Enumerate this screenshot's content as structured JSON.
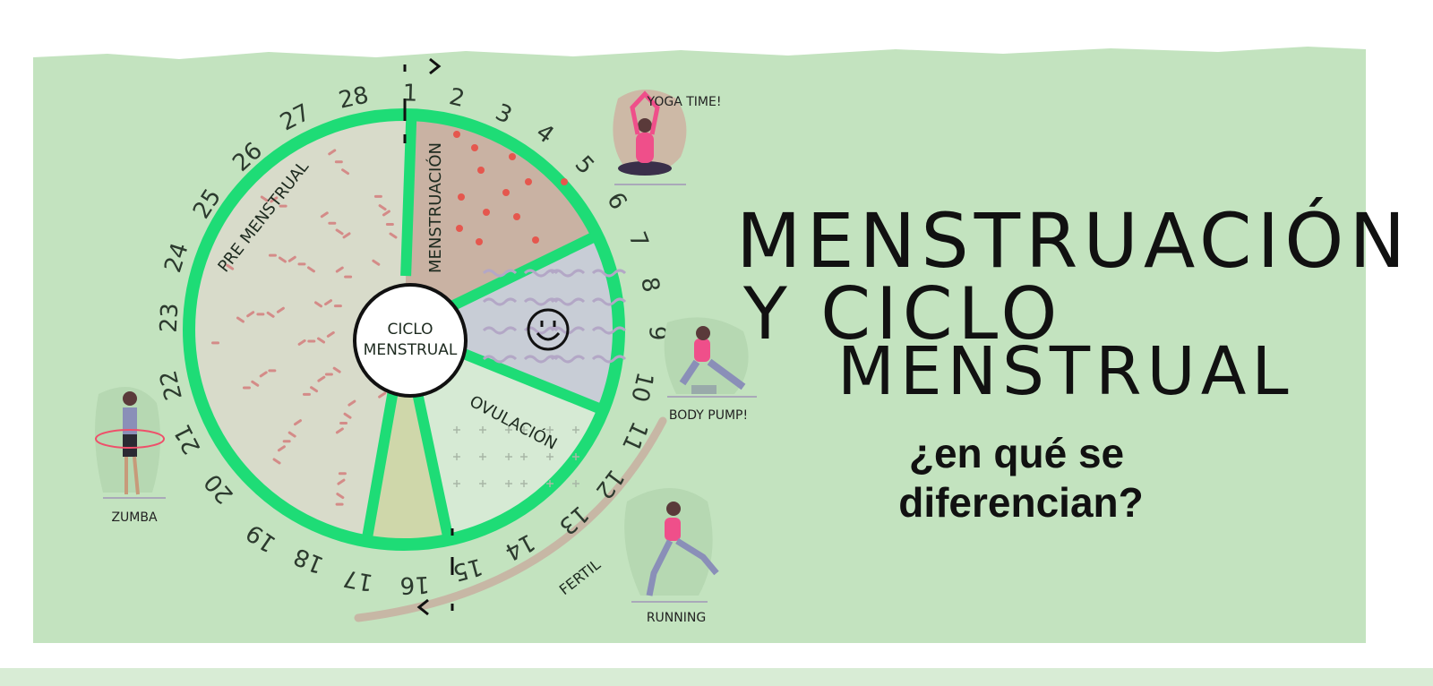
{
  "title": {
    "line1": "MENSTRUACIÓN",
    "line2": "Y CICLO",
    "line3": "MENSTRUAL"
  },
  "subtitle": {
    "line1": "¿en qué se",
    "line2": "diferencian?"
  },
  "wheel": {
    "center_label_1": "CICLO",
    "center_label_2": "MENSTRUAL",
    "phases": {
      "menstruation": "MENSTRUACIÓN",
      "ovulation": "OVULACIÓN",
      "premenstrual": "PRE MENSTRUAL",
      "fertile": "FERTIL"
    },
    "days": [
      "1",
      "2",
      "3",
      "4",
      "5",
      "6",
      "7",
      "8",
      "9",
      "10",
      "11",
      "12",
      "13",
      "14",
      "15",
      "16",
      "17",
      "18",
      "19",
      "20",
      "21",
      "22",
      "23",
      "24",
      "25",
      "26",
      "27",
      "28"
    ],
    "smiley": "smiley-face-icon"
  },
  "activities": {
    "yoga": "YOGA TIME!",
    "bodypump": "BODY PUMP!",
    "zumba": "ZUMBA",
    "running": "RUNNING"
  },
  "colors": {
    "paper": "#c3e3bf",
    "ring": "#1edc76",
    "menstruation": "#c9b2a3",
    "calm": "#c8cdd6",
    "ovulation": "#d6ead4",
    "transition": "#cfd7aa",
    "premenstrual": "#d8dbca"
  }
}
